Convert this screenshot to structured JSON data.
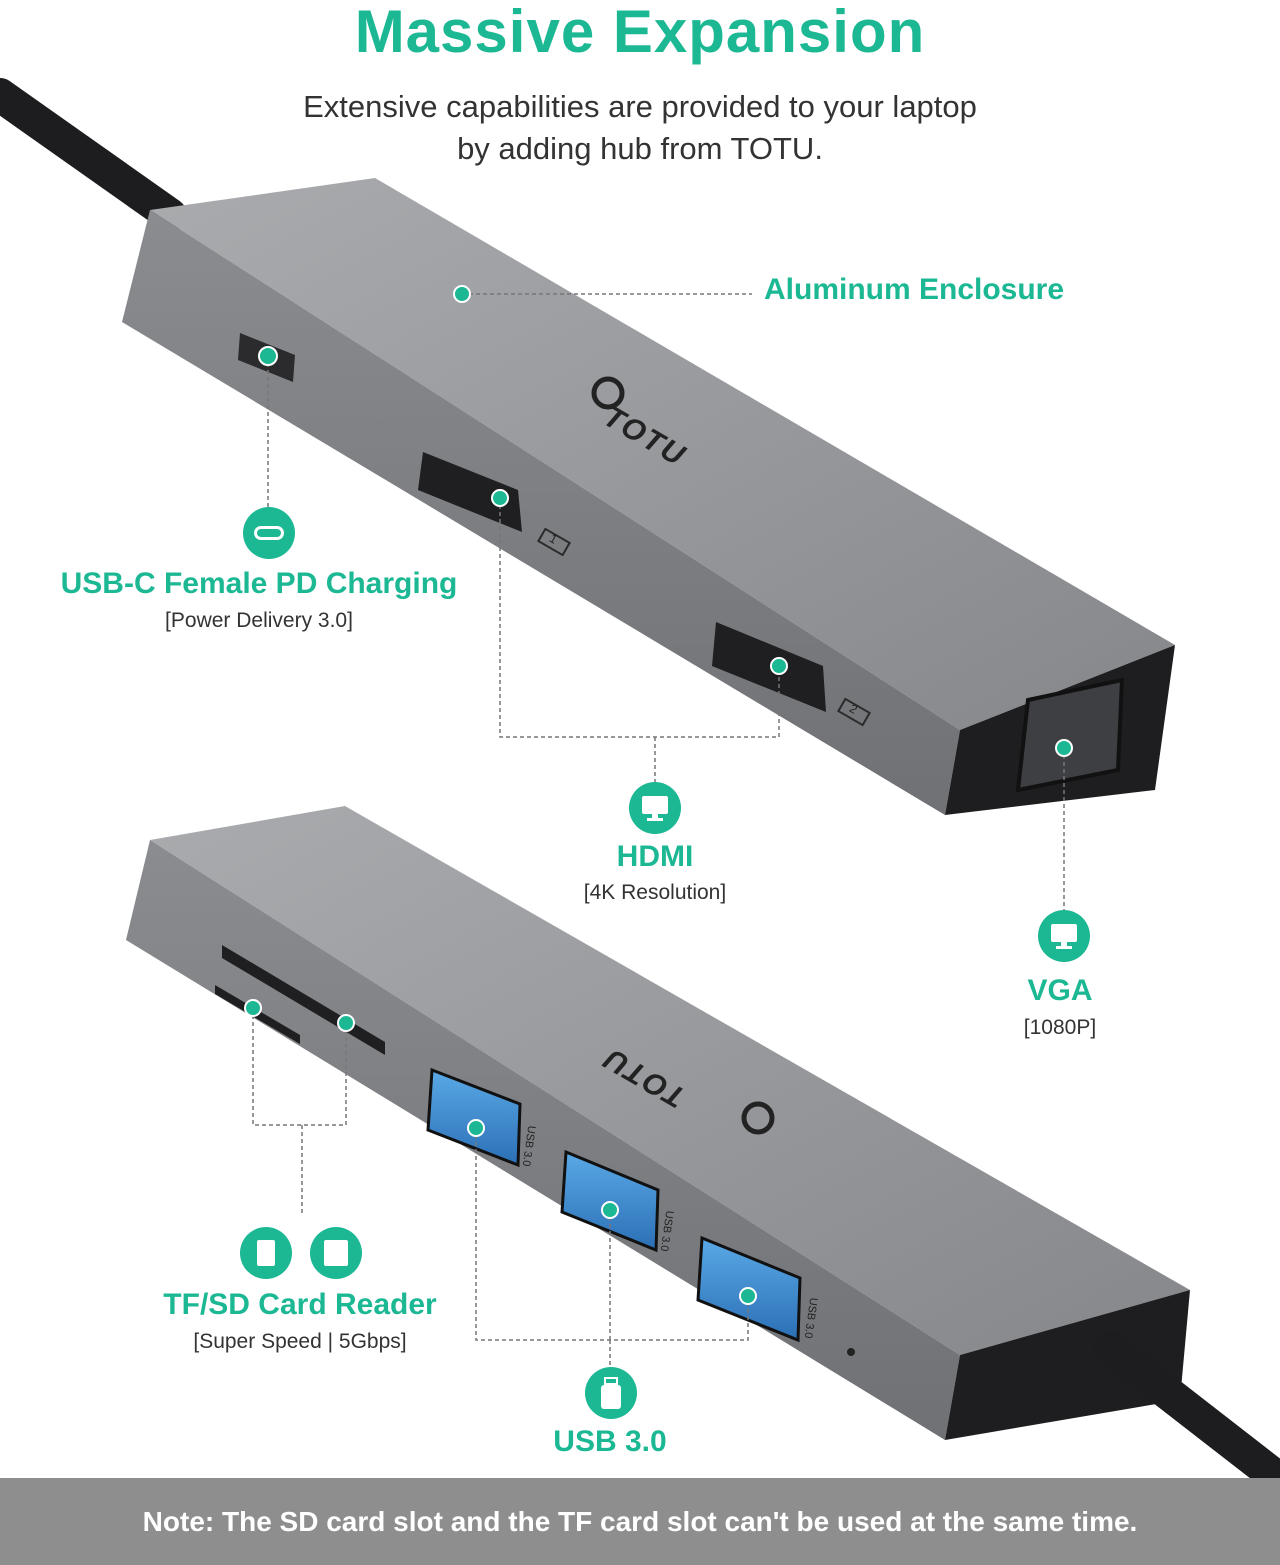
{
  "header": {
    "title": "Massive Expansion",
    "subtitle_line1": "Extensive capabilities are provided to your laptop",
    "subtitle_line2": "by adding hub from TOTU."
  },
  "brand": {
    "logo_text": "TOTU",
    "accent_color": "#1cb894"
  },
  "callouts": {
    "enclosure": {
      "label": "Aluminum Enclosure"
    },
    "usbc": {
      "label": "USB-C Female PD Charging",
      "detail": "[Power Delivery 3.0]",
      "icon": "usb-c-icon"
    },
    "hdmi": {
      "label": "HDMI",
      "detail": "[4K Resolution]",
      "icon": "monitor-icon",
      "port_1": "1",
      "port_2": "2"
    },
    "vga": {
      "label": "VGA",
      "detail": "[1080P]",
      "icon": "monitor-icon"
    },
    "card_reader": {
      "label": "TF/SD Card Reader",
      "detail": "[Super Speed | 5Gbps]",
      "icons": [
        "tf-card-icon",
        "sd-card-icon"
      ]
    },
    "usb3": {
      "label": "USB 3.0",
      "icon": "usb-stick-icon",
      "port_text": "USB 3.0"
    }
  },
  "footer": {
    "note": "Note: The SD card slot and the TF card slot can't be used at the same time."
  }
}
